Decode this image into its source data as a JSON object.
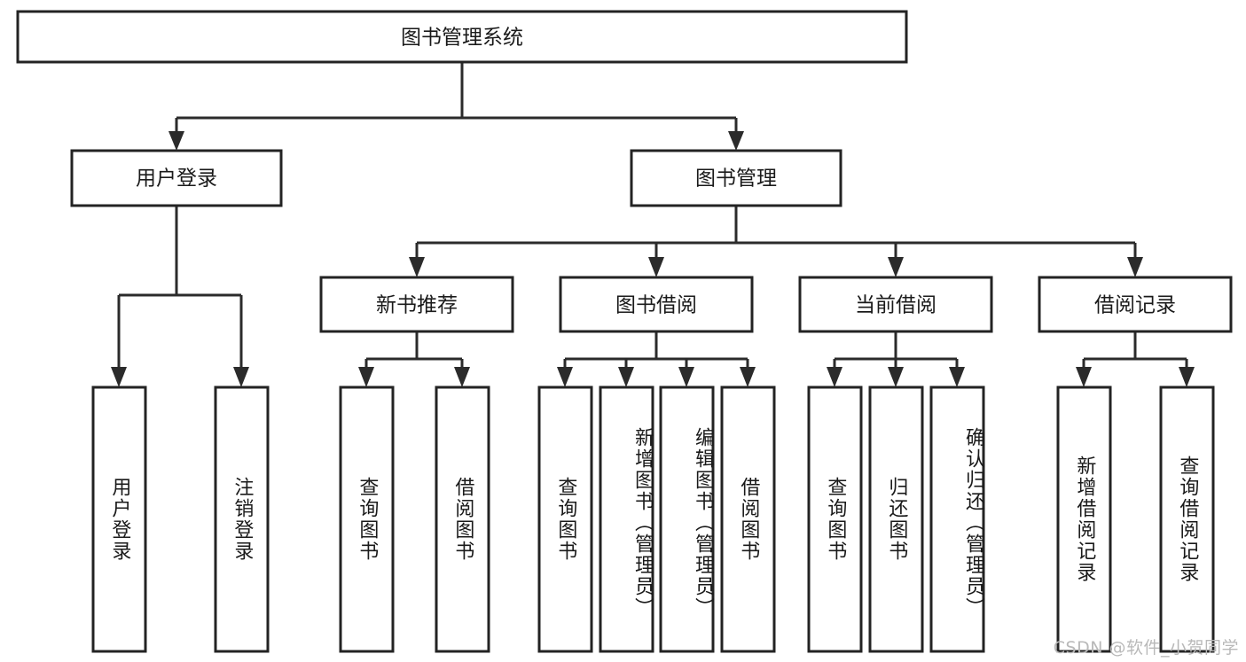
{
  "diagram": {
    "type": "tree-hierarchy",
    "title": "图书管理系统",
    "watermark": "CSDN @软件_小贺同学",
    "colors": {
      "box_stroke": "#232323",
      "connector": "#2b2b2b",
      "background": "#ffffff",
      "text": "#1a1a1a",
      "watermark": "#b9b9b9"
    },
    "root": {
      "id": "root",
      "label": "图书管理系统"
    },
    "level2": [
      {
        "id": "user-login",
        "label": "用户登录"
      },
      {
        "id": "book-manage",
        "label": "图书管理"
      }
    ],
    "level3": [
      {
        "id": "new-book-recommend",
        "label": "新书推荐",
        "parent": "book-manage"
      },
      {
        "id": "book-borrow",
        "label": "图书借阅",
        "parent": "book-manage"
      },
      {
        "id": "current-borrow",
        "label": "当前借阅",
        "parent": "book-manage"
      },
      {
        "id": "borrow-record",
        "label": "借阅记录",
        "parent": "book-manage"
      }
    ],
    "leaves": [
      {
        "id": "leaf-user-login",
        "label": "用户登录",
        "parent": "user-login"
      },
      {
        "id": "leaf-user-logout",
        "label": "注销登录",
        "parent": "user-login"
      },
      {
        "id": "leaf-query-book-1",
        "label": "查询图书",
        "parent": "new-book-recommend"
      },
      {
        "id": "leaf-borrow-book-1",
        "label": "借阅图书",
        "parent": "new-book-recommend"
      },
      {
        "id": "leaf-query-book-2",
        "label": "查询图书",
        "parent": "book-borrow"
      },
      {
        "id": "leaf-add-book",
        "label": "新增图书（管理员）",
        "parent": "book-borrow"
      },
      {
        "id": "leaf-edit-book",
        "label": "编辑图书（管理员）",
        "parent": "book-borrow"
      },
      {
        "id": "leaf-borrow-book-2",
        "label": "借阅图书",
        "parent": "book-borrow"
      },
      {
        "id": "leaf-query-book-3",
        "label": "查询图书",
        "parent": "current-borrow"
      },
      {
        "id": "leaf-return-book",
        "label": "归还图书",
        "parent": "current-borrow"
      },
      {
        "id": "leaf-confirm-return",
        "label": "确认归还（管理员）",
        "parent": "current-borrow"
      },
      {
        "id": "leaf-add-borrow-record",
        "label": "新增借阅记录",
        "parent": "borrow-record"
      },
      {
        "id": "leaf-query-borrow-record",
        "label": "查询借阅记录",
        "parent": "borrow-record"
      }
    ]
  }
}
